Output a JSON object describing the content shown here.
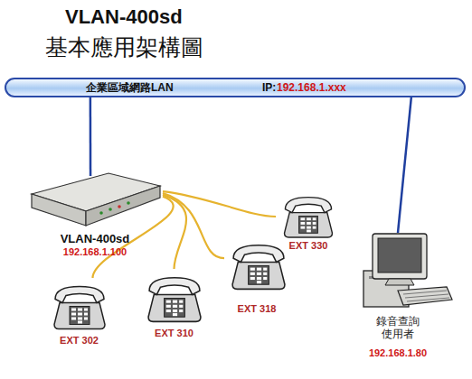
{
  "diagram": {
    "title": "VLAN-400sd",
    "nodes": [
      {
        "text": [
          "企業區域網路LAN",
          "IP:",
          "192.168.1.xxx"
        ]
      },
      {
        "text": [
          "VLAN-400sd",
          "192.168.1.100"
        ]
      },
      {
        "text": [
          "EXT 330"
        ]
      },
      {
        "text": [
          "EXT 318"
        ]
      },
      {
        "text": [
          "EXT 310"
        ]
      },
      {
        "text": [
          "EXT 302"
        ]
      },
      {
        "text": [
          "錄音查詢 使用者",
          "192.168.1.80"
        ]
      }
    ],
    "edges": [
      {
        "from": 0,
        "to": 1,
        "arrow": "none"
      },
      {
        "from": 0,
        "to": 6,
        "arrow": "none"
      },
      {
        "from": 1,
        "to": 2,
        "arrow": "none"
      },
      {
        "from": 1,
        "to": 3,
        "arrow": "none"
      },
      {
        "from": 1,
        "to": 4,
        "arrow": "none"
      },
      {
        "from": 1,
        "to": 5,
        "arrow": "none"
      }
    ],
    "labels": [
      "基本應用架構圖"
    ]
  }
}
